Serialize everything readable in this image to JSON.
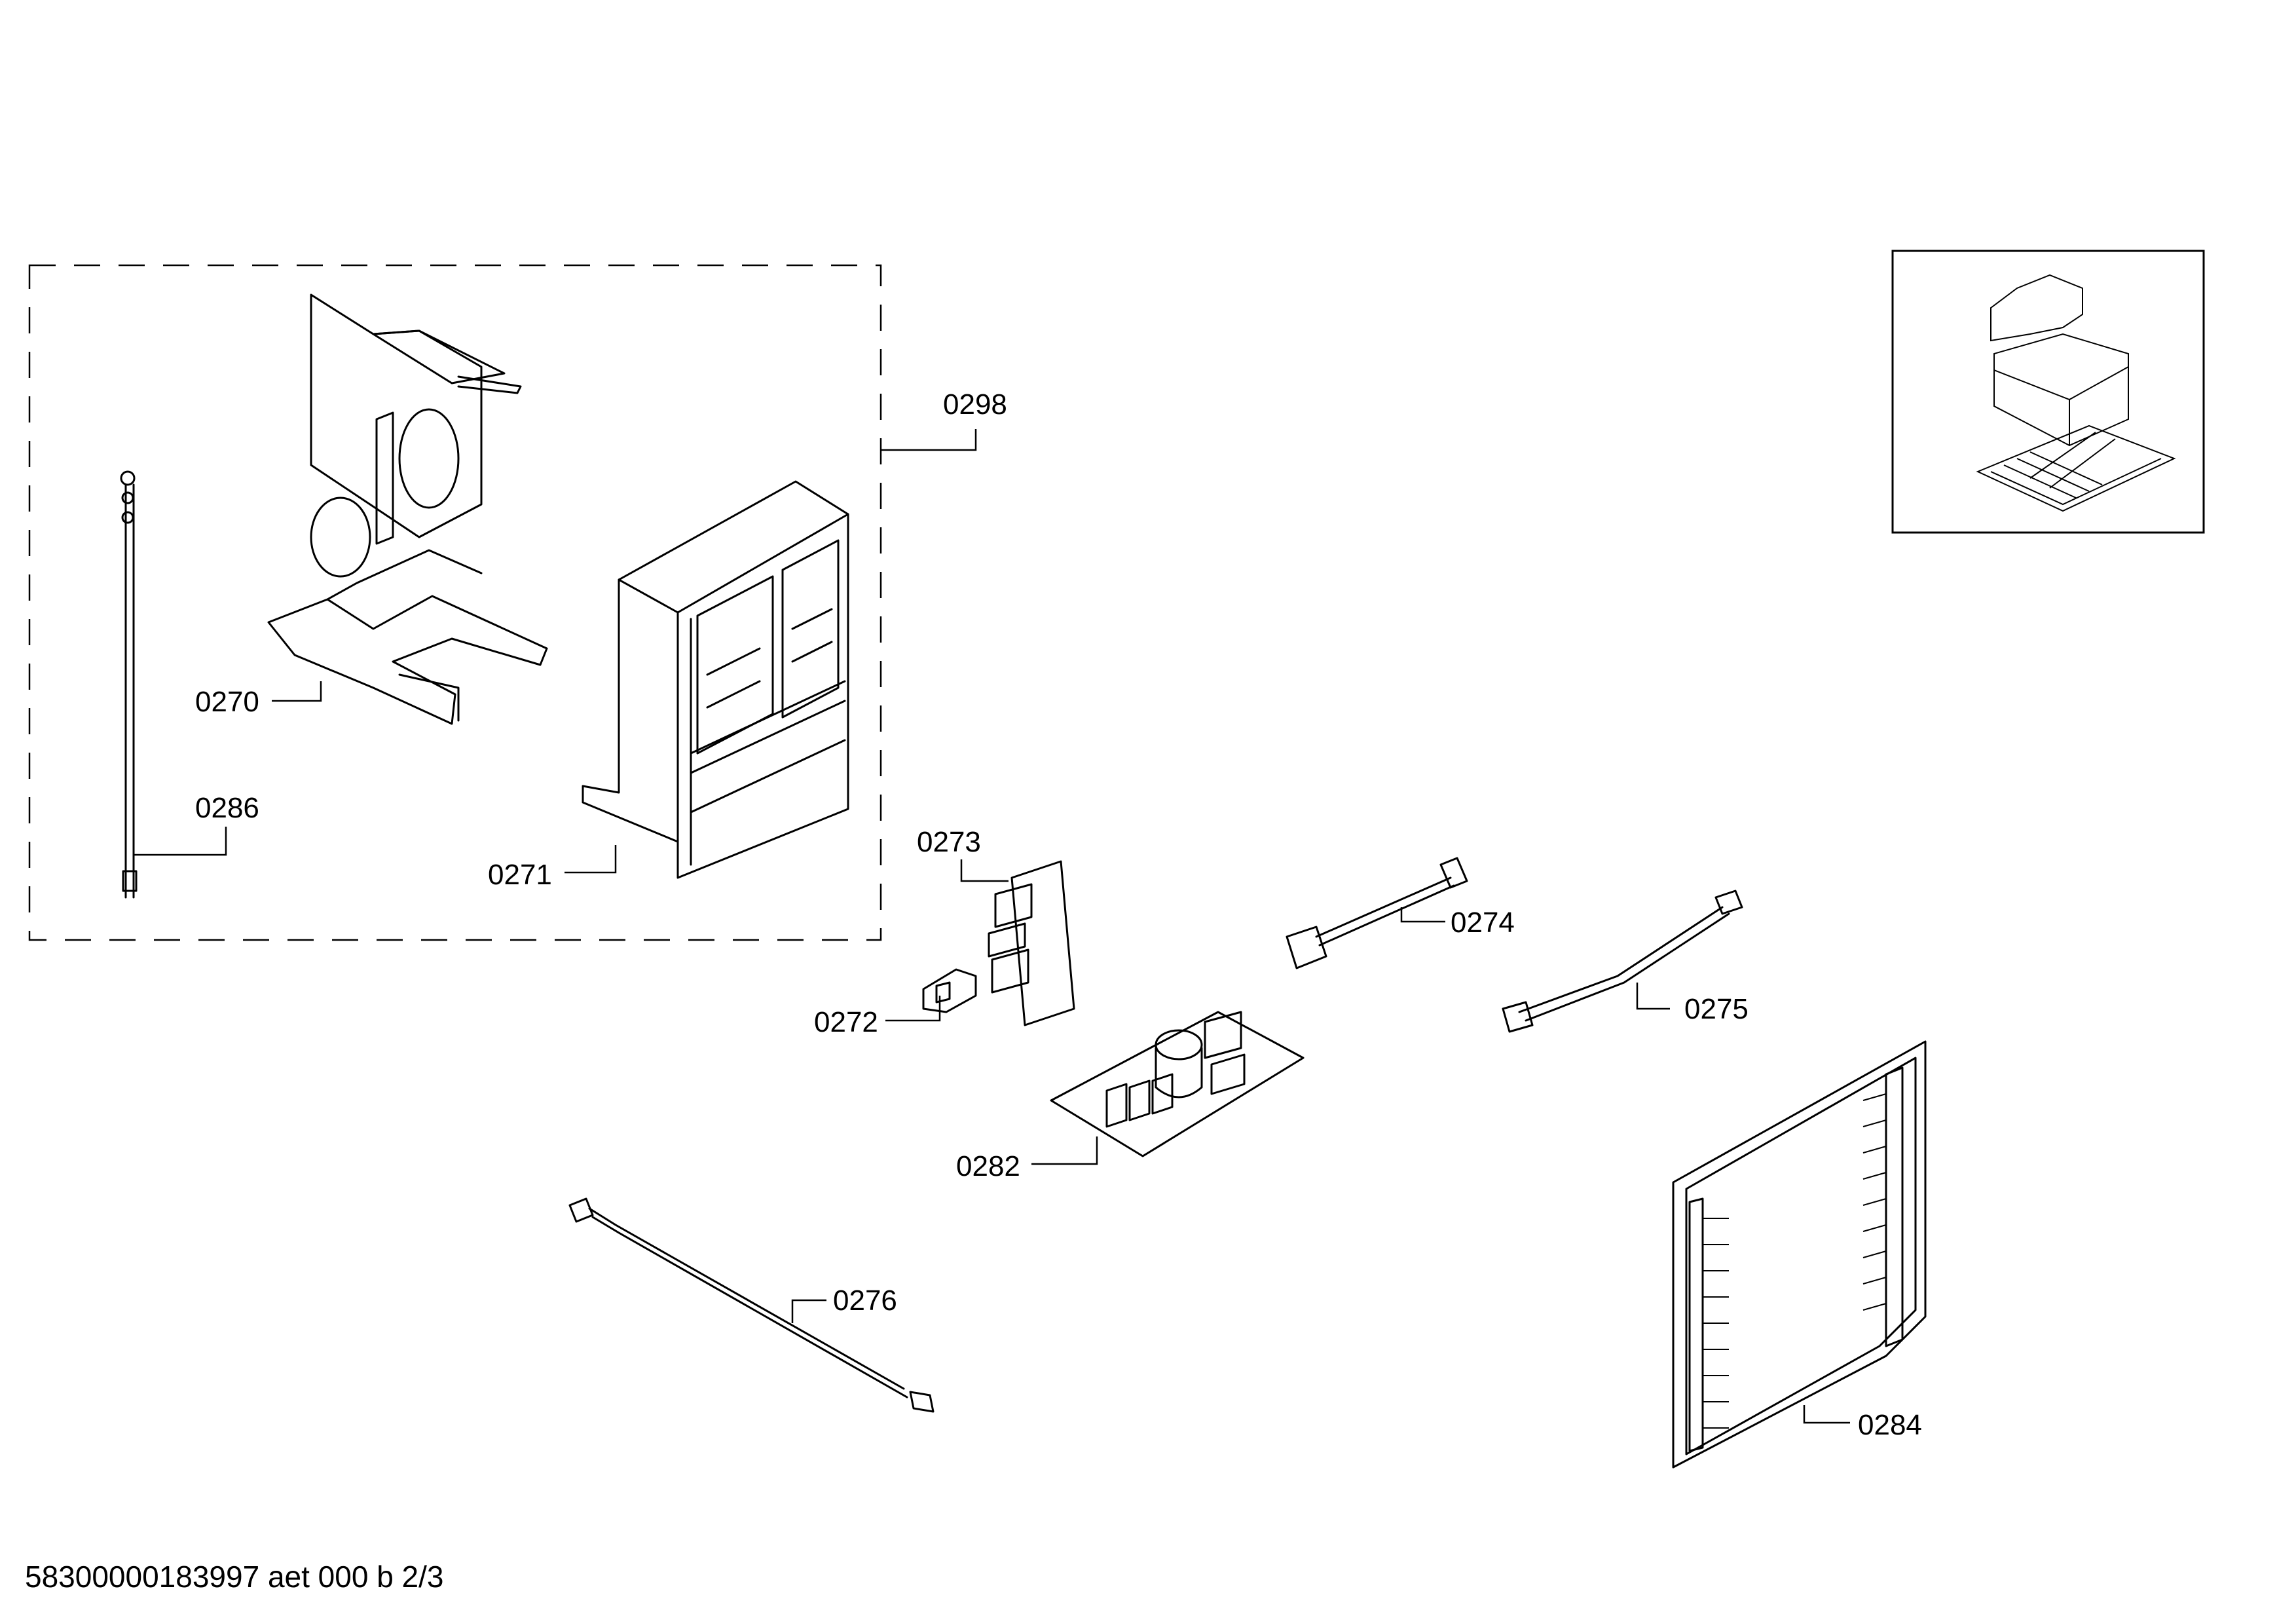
{
  "parts": [
    {
      "id": "p0298",
      "label": "0298"
    },
    {
      "id": "p0270",
      "label": "0270"
    },
    {
      "id": "p0286",
      "label": "0286"
    },
    {
      "id": "p0271",
      "label": "0271"
    },
    {
      "id": "p0273",
      "label": "0273"
    },
    {
      "id": "p0272",
      "label": "0272"
    },
    {
      "id": "p0274",
      "label": "0274"
    },
    {
      "id": "p0275",
      "label": "0275"
    },
    {
      "id": "p0282",
      "label": "0282"
    },
    {
      "id": "p0276",
      "label": "0276"
    },
    {
      "id": "p0284",
      "label": "0284"
    }
  ],
  "footer": {
    "text": "58300000183997 aet 000 b 2/3"
  }
}
